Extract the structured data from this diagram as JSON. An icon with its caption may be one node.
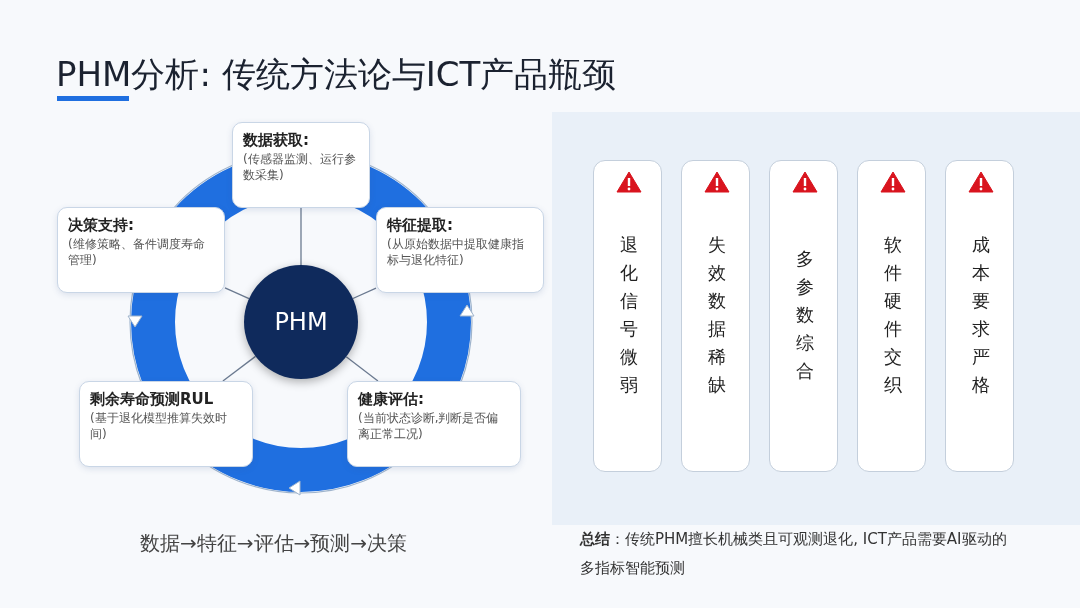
{
  "diagram": {
    "title": "PHM分析: 传统方法论与ICT产品瓶颈",
    "nodes": [
      {
        "text": [
          "PHM"
        ]
      },
      {
        "text": [
          "数据获取:",
          "(传感器监测、运行参数采集)"
        ]
      },
      {
        "text": [
          "决策支持:",
          "(维修策略、备件调度寿命管理)"
        ]
      },
      {
        "text": [
          "特征提取:",
          "(从原始数据中提取健康指标与退化特征)"
        ]
      },
      {
        "text": [
          "剩余寿命预测RUL",
          "(基于退化模型推算失效时间)"
        ]
      },
      {
        "text": [
          "健康评估:",
          "(当前状态诊断,判断是否偏离正常工况)"
        ]
      },
      {
        "text": [
          "退化信号微弱"
        ]
      },
      {
        "text": [
          "失效数据稀缺"
        ]
      },
      {
        "text": [
          "多参数综合"
        ]
      },
      {
        "text": [
          "软件硬件交织"
        ]
      },
      {
        "text": [
          "成本要求严格"
        ]
      }
    ],
    "edges": [
      {
        "from": 0,
        "to": 1,
        "arrow": "none"
      },
      {
        "from": 0,
        "to": 2,
        "arrow": "none"
      },
      {
        "from": 0,
        "to": 3,
        "arrow": "none"
      },
      {
        "from": 0,
        "to": 4,
        "arrow": "none"
      },
      {
        "from": 0,
        "to": 5,
        "arrow": "none"
      }
    ],
    "labels": [
      "数据→特征→评估→预测→决策",
      "**总结**：传统PHM擅长机械类且可观测退化, ICT产品需要AI驱动的多指标智能预测"
    ]
  }
}
